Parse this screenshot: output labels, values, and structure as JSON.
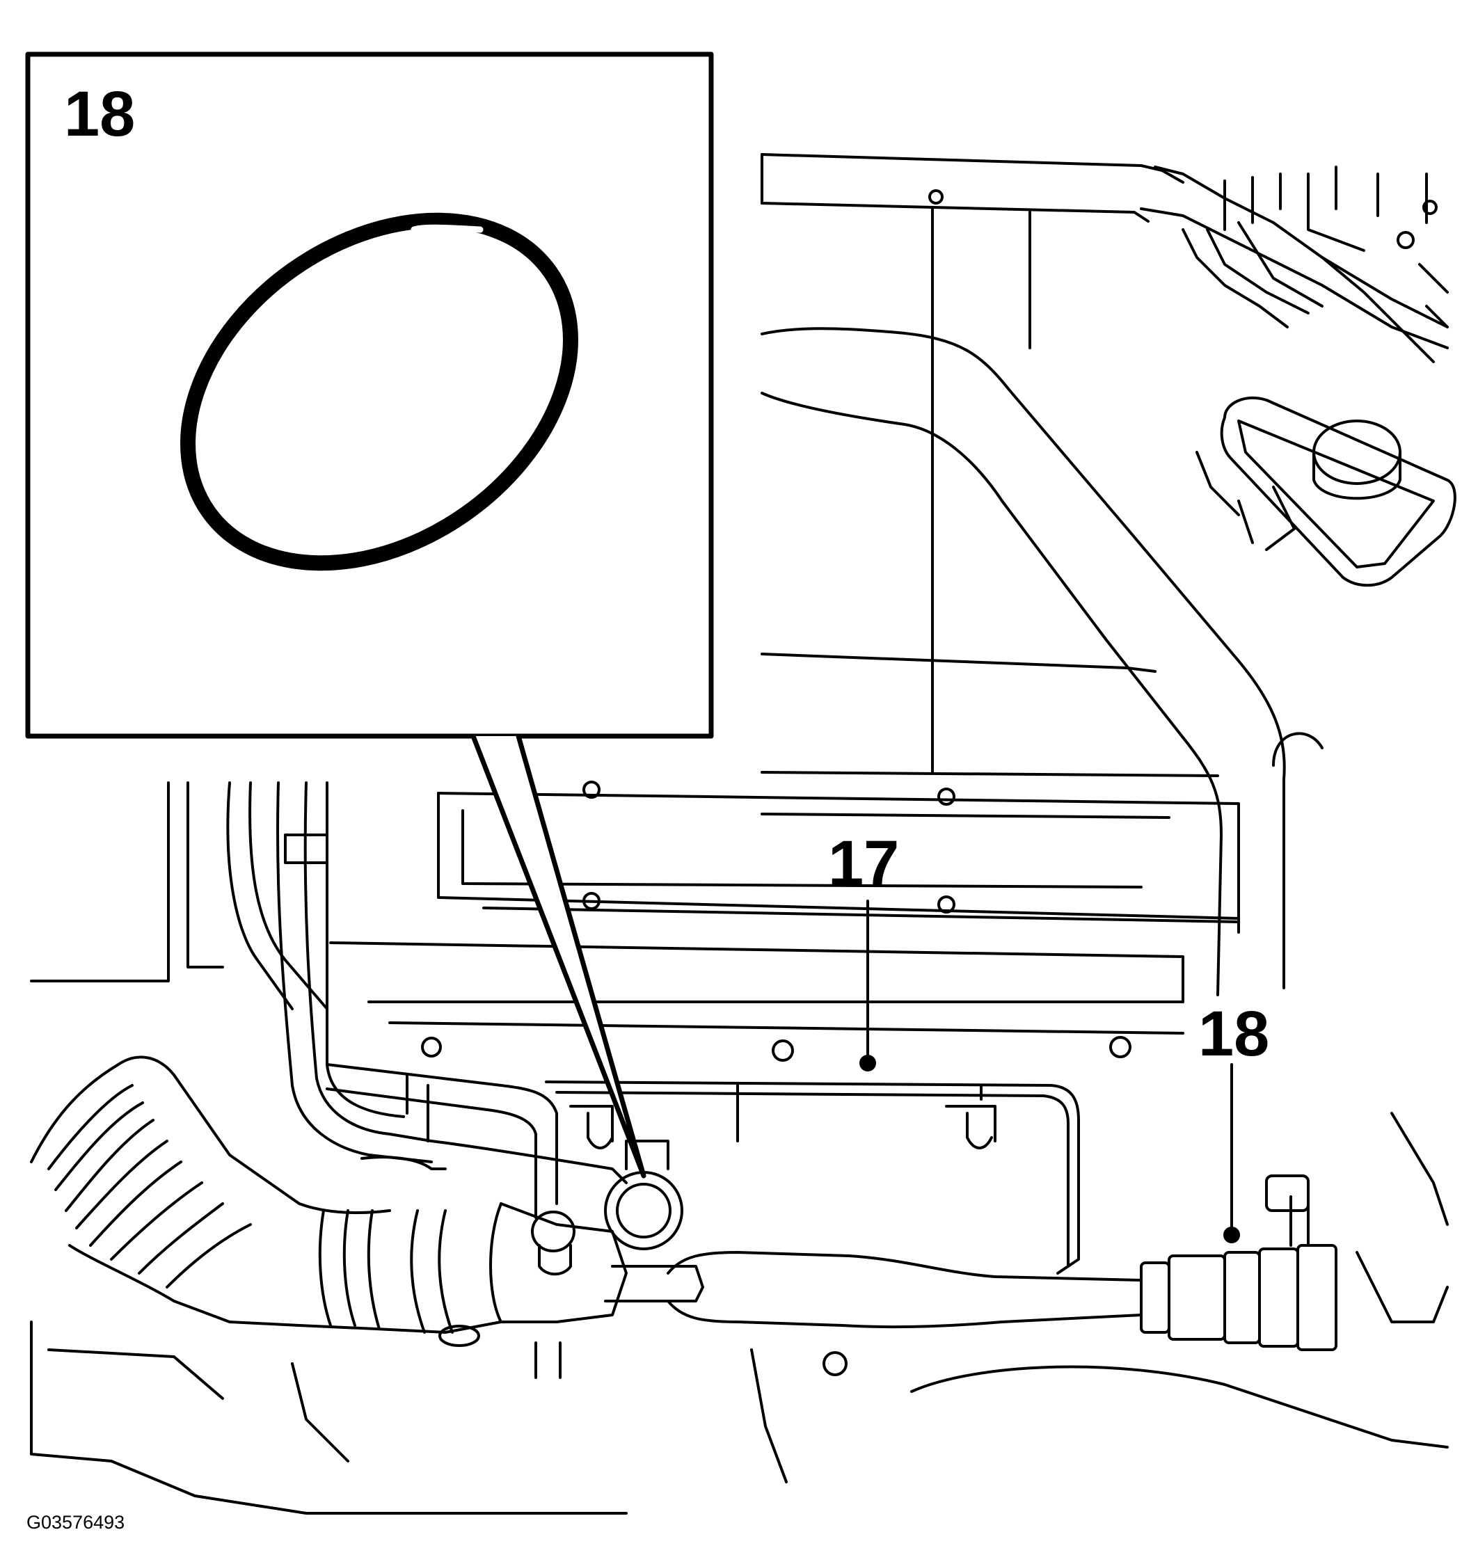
{
  "inset": {
    "number": "18"
  },
  "labels": {
    "part_17": "17",
    "part_18": "18"
  },
  "figure_id": "G03576493",
  "colors": {
    "line": "#000000",
    "background": "#ffffff"
  }
}
